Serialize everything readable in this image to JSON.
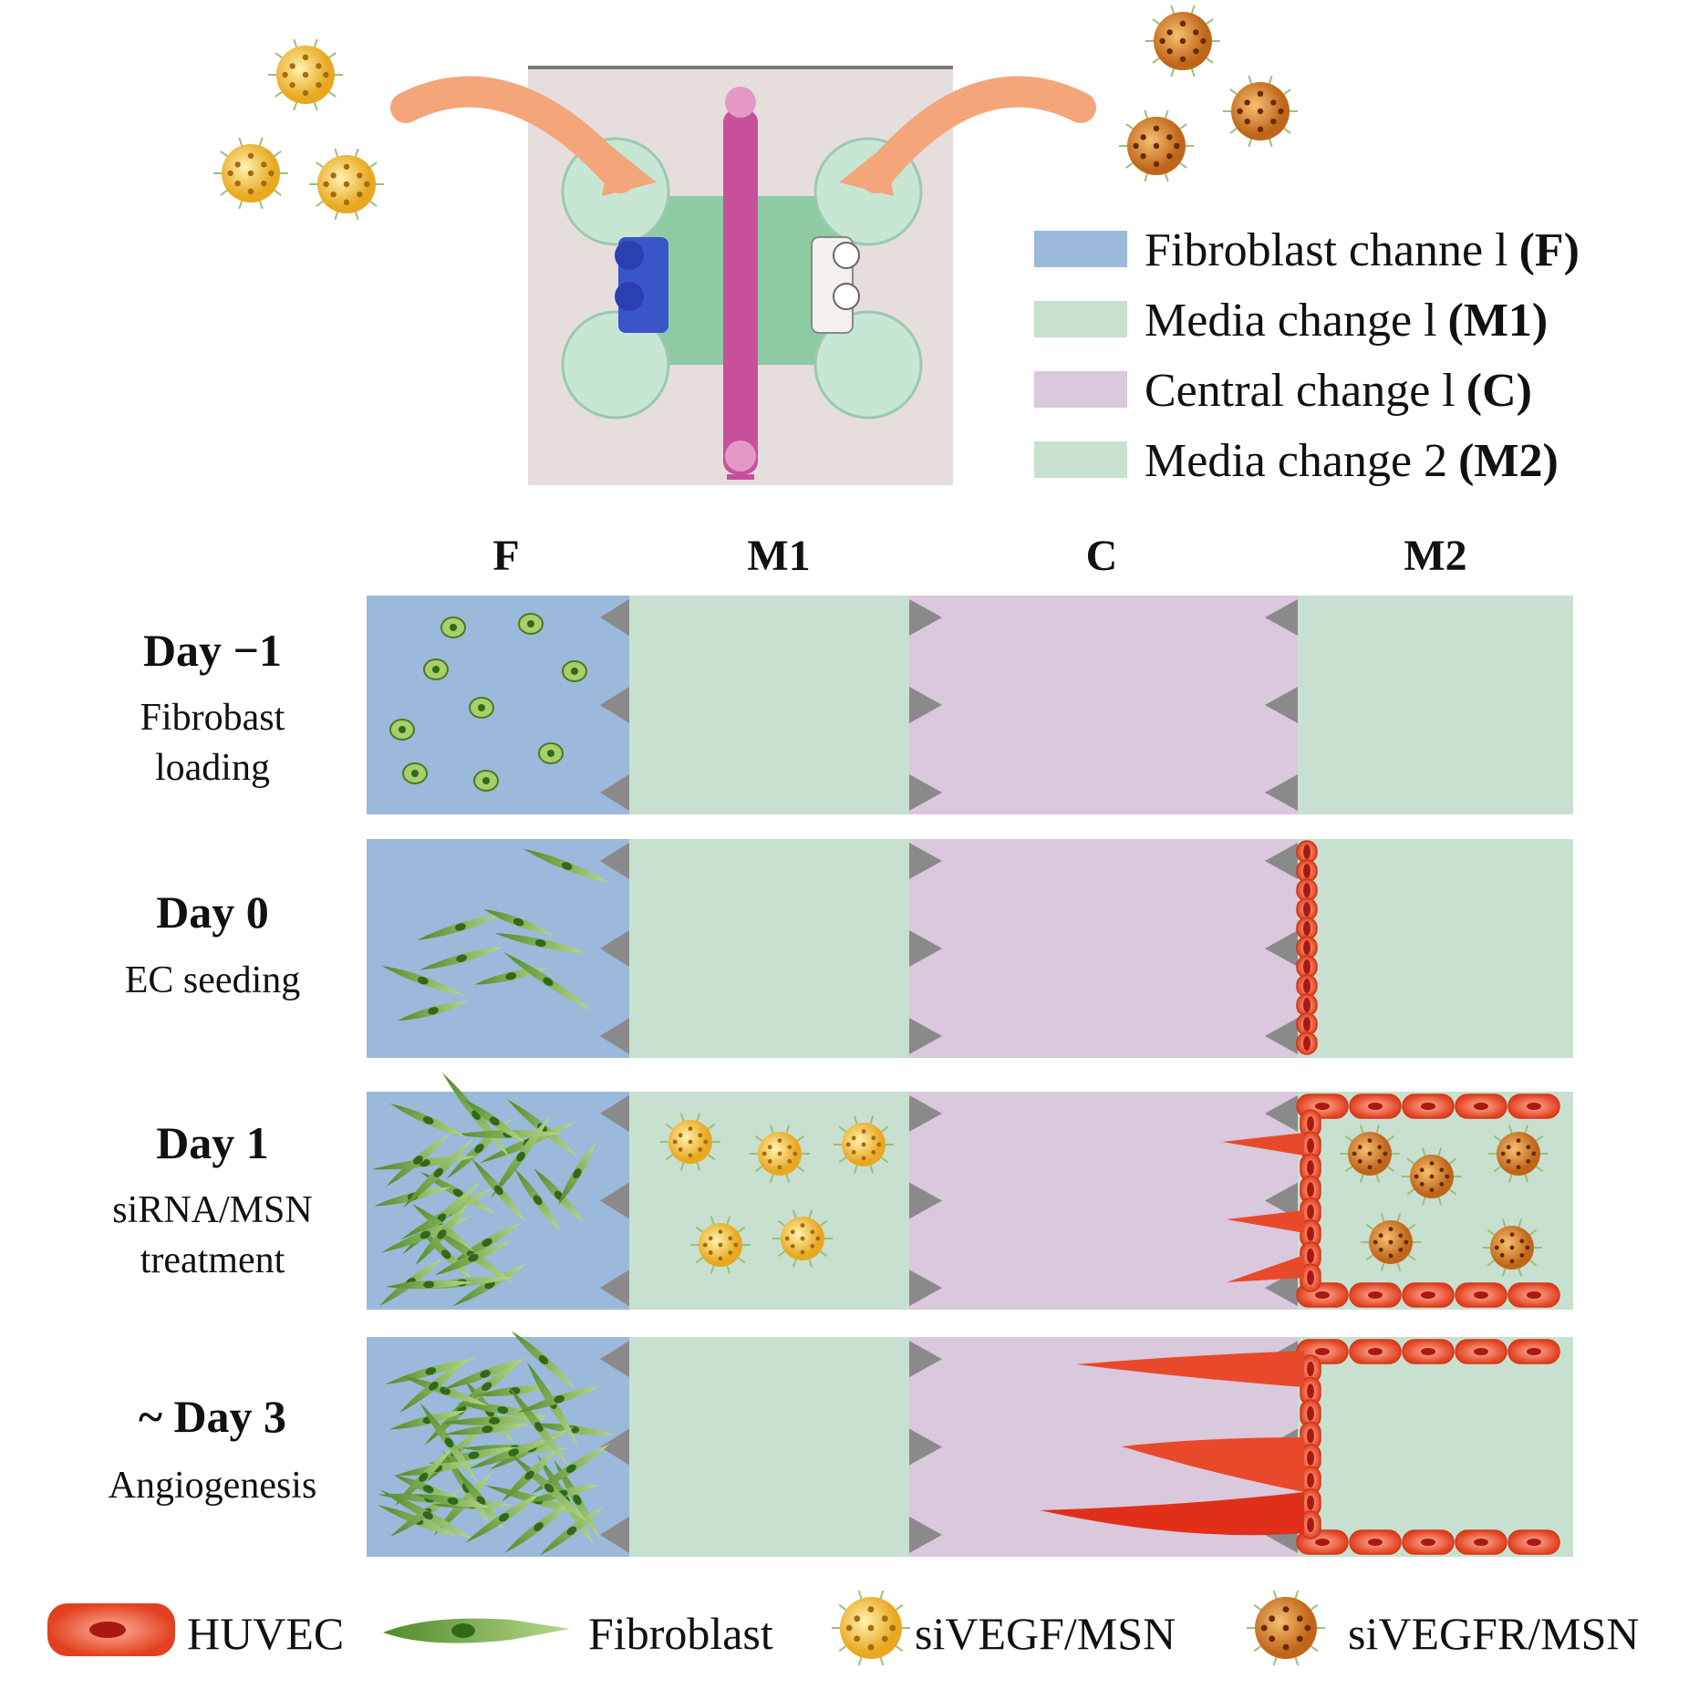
{
  "legend_top": [
    {
      "text": "Fibroblast channe l",
      "abbr": "(F)",
      "color": "#9bb9da"
    },
    {
      "text": "Media change l",
      "abbr": "(M1)",
      "color": "#c8e0cf"
    },
    {
      "text": "Central change l",
      "abbr": "(C)",
      "color": "#dac8dc"
    },
    {
      "text": "Media change 2",
      "abbr": "(M2)",
      "color": "#c8e0cf"
    }
  ],
  "columns": [
    "F",
    "M1",
    "C",
    "M2"
  ],
  "rows": [
    {
      "day": "Day −1",
      "desc1": "Fibrobast",
      "desc2": "loading"
    },
    {
      "day": "Day 0",
      "desc1": "EC seeding",
      "desc2": ""
    },
    {
      "day": "Day 1",
      "desc1": "siRNA/MSN",
      "desc2": "treatment"
    },
    {
      "day": "~ Day 3",
      "desc1": "Angiogenesis",
      "desc2": ""
    }
  ],
  "legend_bottom": [
    "HUVEC",
    "Fibroblast",
    "siVEGF/MSN",
    "siVEGFR/MSN"
  ],
  "colors": {
    "huvec": "#e8492b",
    "fibroblast": "#7fae3e",
    "sivegf": "#f2c23a",
    "sivegfr": "#d9822a",
    "arrow": "#f5a57a",
    "post": "#8a8a8a"
  }
}
